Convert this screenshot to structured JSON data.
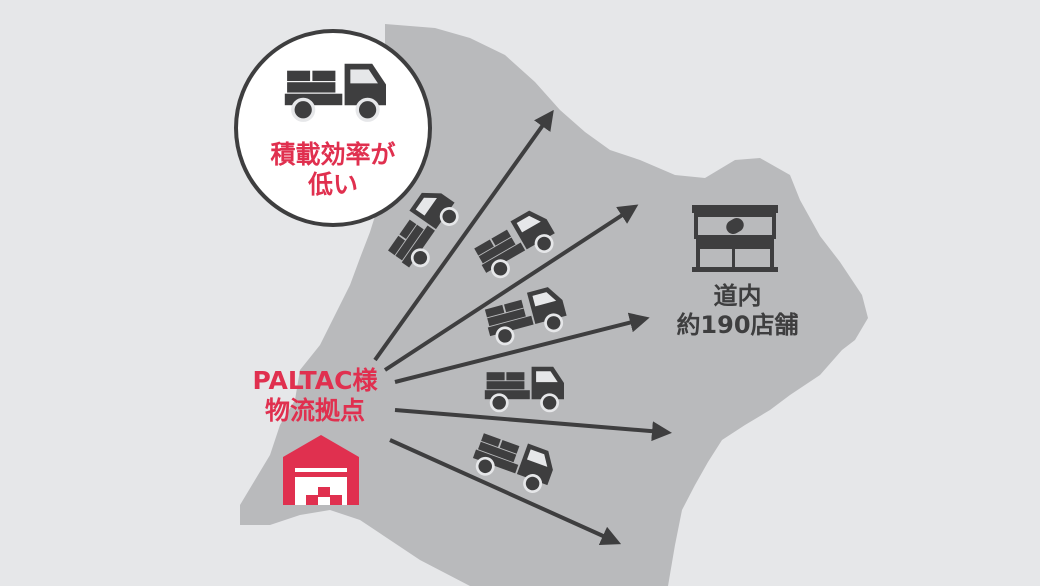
{
  "callout": {
    "line1": "積載効率が",
    "line2": "低い"
  },
  "depot": {
    "line1": "PALTAC様",
    "line2": "物流拠点",
    "icon": "warehouse-icon"
  },
  "stores": {
    "line1": "道内",
    "line2": "約190店舗",
    "icon": "store-icon"
  },
  "colors": {
    "background": "#e6e7e9",
    "map": "#b9babc",
    "dark": "#3e3e3f",
    "accent": "#e0304f",
    "white": "#ffffff"
  },
  "trucks": {
    "count": 6,
    "icon": "truck-icon"
  }
}
